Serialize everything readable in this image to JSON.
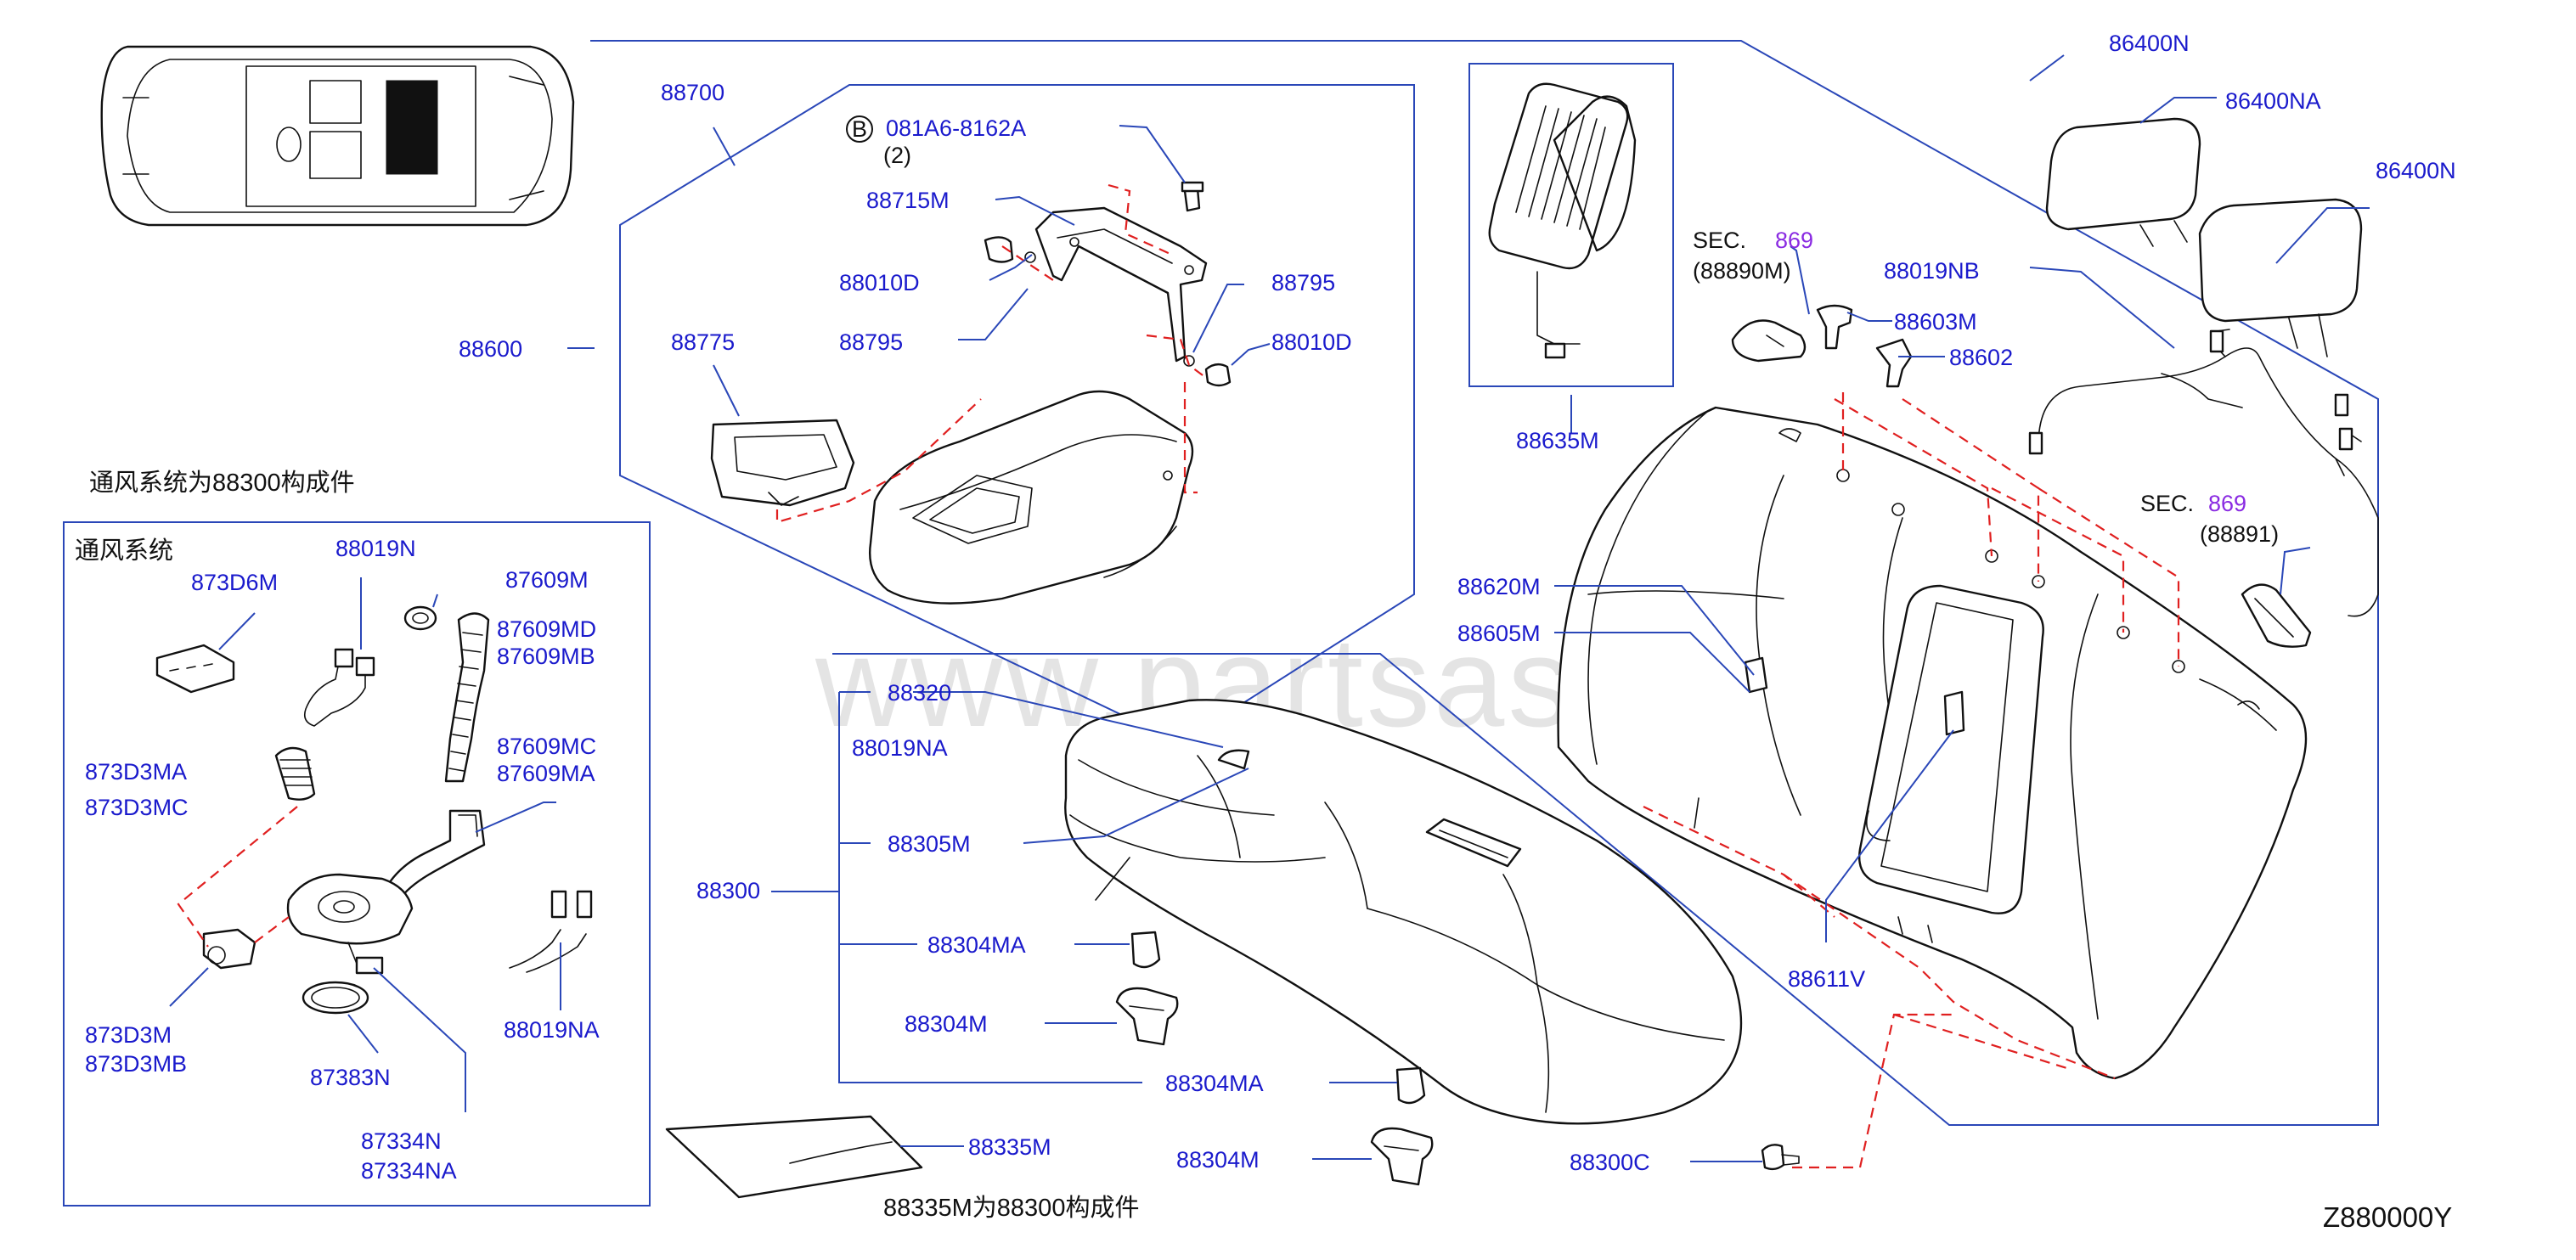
{
  "watermark": "www.partsassistant.com",
  "diagram_code": "Z880000Y",
  "notes": {
    "vent_components": "通风系统为88300构成件",
    "vent_box_title": "通风系统",
    "cover_note": "88335M为88300构成件"
  },
  "labels": {
    "p88700": "88700",
    "p081a6": "081A6-8162A",
    "p081a6_qty": "(2)",
    "circle_b": "B",
    "p88715m": "88715M",
    "p88010d_a": "88010D",
    "p88795_a": "88795",
    "p88795_b": "88795",
    "p88010d_b": "88010D",
    "p88775": "88775",
    "p88600": "88600",
    "p88635m": "88635M",
    "p86400n_a": "86400N",
    "p86400na": "86400NA",
    "p86400n_b": "86400N",
    "sec_a": "SEC.",
    "sec_a_num": "869",
    "sec_a_ref": "(88890M)",
    "p88019nb": "88019NB",
    "p88603m": "88603M",
    "p88602": "88602",
    "sec_b": "SEC.",
    "sec_b_num": "869",
    "sec_b_ref": "(88891)",
    "p88620m": "88620M",
    "p88605m": "88605M",
    "p88611v": "88611V",
    "p88320": "88320",
    "p88019na": "88019NA",
    "p88305m": "88305M",
    "p88300": "88300",
    "p88304ma_a": "88304MA",
    "p88304m_a": "88304M",
    "p88304ma_b": "88304MA",
    "p88335m": "88335M",
    "p88304m_b": "88304M",
    "p88300c": "88300C",
    "p88019n": "88019N",
    "p873d6m": "873D6M",
    "p87609m": "87609M",
    "p87609md": "87609MD",
    "p87609mb": "87609MB",
    "p87609mc": "87609MC",
    "p87609ma": "87609MA",
    "p873d3ma": "873D3MA",
    "p873d3mc": "873D3MC",
    "p88019na_v": "88019NA",
    "p873d3m": "873D3M",
    "p873d3mb": "873D3MB",
    "p87383n": "87383N",
    "p87334n": "87334N",
    "p87334na": "87334NA"
  }
}
